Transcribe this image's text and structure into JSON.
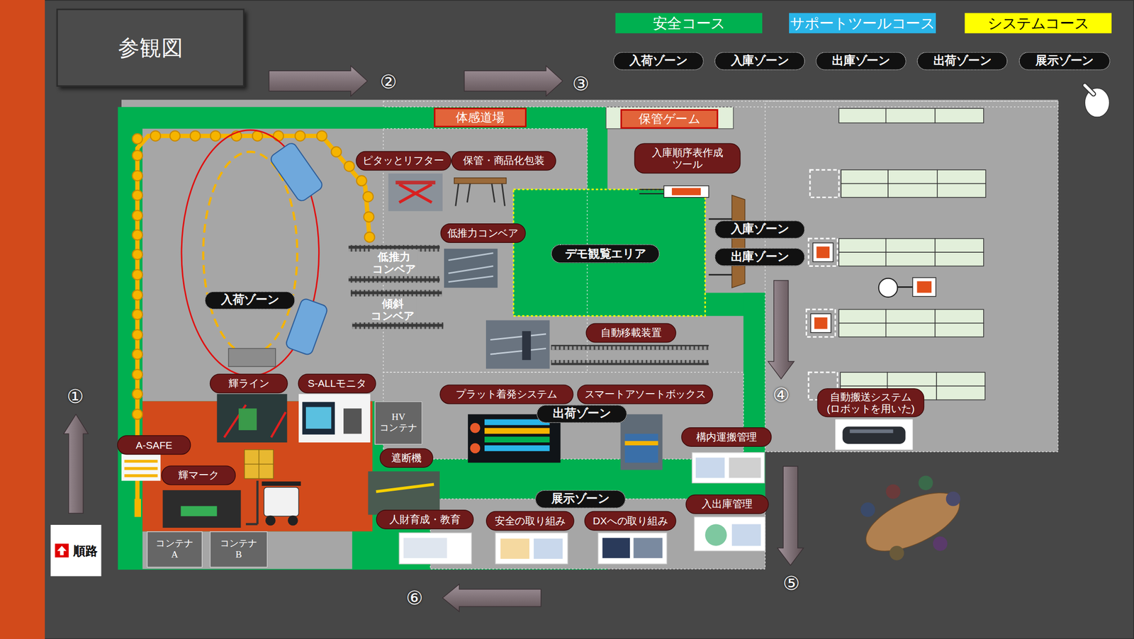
{
  "diagram": {
    "title": "参観図",
    "nodes": [
      {
        "text": [
          "入荷ゾーン"
        ]
      },
      {
        "text": [
          "入庫ゾーン"
        ]
      },
      {
        "text": [
          "出庫ゾーン"
        ]
      },
      {
        "text": [
          "出荷ゾーン"
        ]
      },
      {
        "text": [
          "展示ゾーン"
        ]
      },
      {
        "text": [
          "体感道場"
        ]
      },
      {
        "text": [
          "保管ゲーム"
        ]
      },
      {
        "text": [
          "ピタッとリフター"
        ]
      },
      {
        "text": [
          "保管・商品化包装"
        ]
      },
      {
        "text": [
          "入庫順序表作成 ツール"
        ]
      },
      {
        "text": [
          "低推力コンベア"
        ]
      },
      {
        "text": [
          "入荷ゾーン"
        ]
      },
      {
        "text": [
          "デモ観覧エリア"
        ]
      },
      {
        "text": [
          "入庫ゾーン"
        ]
      },
      {
        "text": [
          "出庫ゾーン"
        ]
      },
      {
        "text": [
          "自動移載装置"
        ]
      },
      {
        "text": [
          "輝ライン"
        ]
      },
      {
        "text": [
          "S-ALLモニタ"
        ]
      },
      {
        "text": [
          "HV コンテナ"
        ]
      },
      {
        "text": [
          "プラット着発システム"
        ]
      },
      {
        "text": [
          "スマートアソートボックス"
        ]
      },
      {
        "text": [
          "出荷ゾーン"
        ]
      },
      {
        "text": [
          "自動搬送システム (ロボットを用いた)"
        ]
      },
      {
        "text": [
          "A-SAFE"
        ]
      },
      {
        "text": [
          "構内運搬管理"
        ]
      },
      {
        "text": [
          "遮断機"
        ]
      },
      {
        "text": [
          "輝マーク"
        ]
      },
      {
        "text": [
          "展示ゾーン"
        ]
      },
      {
        "text": [
          "入出庫管理"
        ]
      },
      {
        "text": [
          "人財育成・教育"
        ]
      },
      {
        "text": [
          "安全の取り組み"
        ]
      },
      {
        "text": [
          "DXへの取り組み"
        ]
      },
      {
        "text": [
          "コンテナ A"
        ]
      },
      {
        "text": [
          "コンテナ B"
        ]
      },
      {
        "text": [
          "順路"
        ]
      }
    ],
    "labels": [
      "②",
      "③",
      "①",
      "④",
      "⑤",
      "⑥",
      "低推力 コンベア",
      "傾斜 コンベア"
    ],
    "legend": [
      {
        "text": "安全コース",
        "color": "#00b050"
      },
      {
        "text": "サポートツールコース",
        "color": "#29b5e8"
      },
      {
        "text": "システムコース",
        "color": "#ffff00"
      }
    ]
  }
}
